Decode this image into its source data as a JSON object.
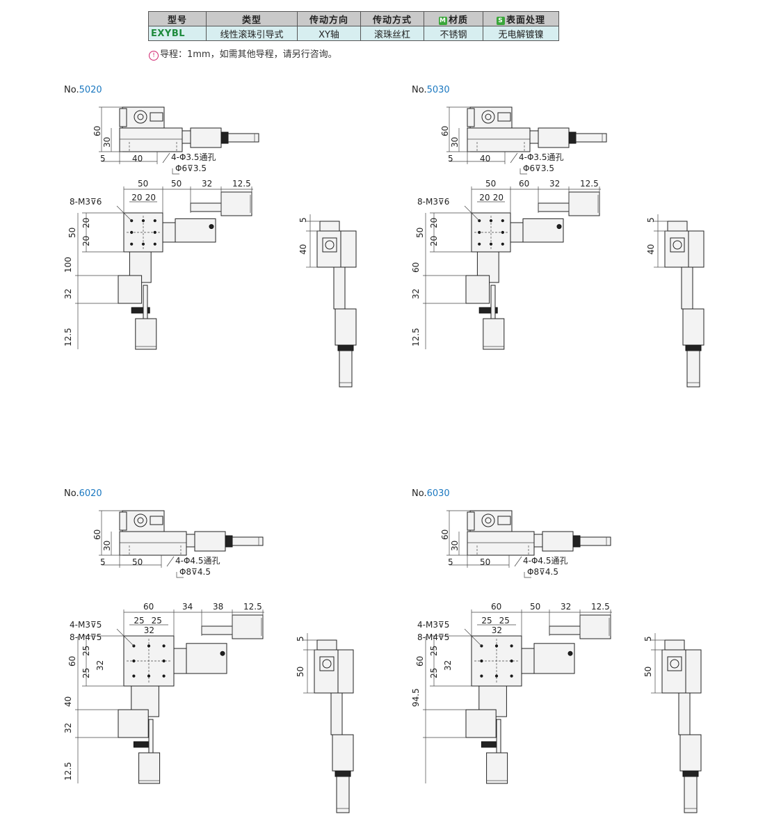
{
  "table": {
    "headers": [
      "型号",
      "类型",
      "传动方向",
      "传动方式",
      "材质",
      "表面处理"
    ],
    "header_badges": {
      "material": "M",
      "surface": "S"
    },
    "row": [
      "EXYBL",
      "线性滚珠引导式",
      "XY轴",
      "滚珠丝杠",
      "不锈钢",
      "无电解镀镍"
    ]
  },
  "note": {
    "icon": "warning-icon",
    "text": "导程：1mm，如需其他导程，请另行咨询。"
  },
  "colors": {
    "model_number": "#1b78c0",
    "table_header_bg": "#c9c9c9",
    "table_cell_bg": "#d7eef0",
    "model_code": "#1d8a3c"
  },
  "models": [
    {
      "prefix": "No.",
      "number": "5020",
      "top_dims": {
        "h_total": "60",
        "h_body": "30",
        "offset": "5",
        "pitch": "40",
        "hole_1": "4-Φ3.5通孔",
        "hole_2": "Φ6⊽3.5"
      },
      "plan_dims": {
        "tap": "8-M3⊽6",
        "tap2": "",
        "w1": "50",
        "w2": "50",
        "w3": "32",
        "w4": "12.5",
        "s1": "20",
        "s2": "20",
        "s3": "",
        "v_total": "50",
        "v1": "20",
        "v2": "20",
        "below1": "100",
        "below2": "32",
        "below3": "12.5"
      },
      "side_dims": {
        "top": "5",
        "height": "40"
      }
    },
    {
      "prefix": "No.",
      "number": "5030",
      "top_dims": {
        "h_total": "60",
        "h_body": "30",
        "offset": "5",
        "pitch": "40",
        "hole_1": "4-Φ3.5通孔",
        "hole_2": "Φ6⊽3.5"
      },
      "plan_dims": {
        "tap": "8-M3⊽6",
        "tap2": "",
        "w1": "50",
        "w2": "60",
        "w3": "32",
        "w4": "12.5",
        "s1": "20",
        "s2": "20",
        "s3": "",
        "v_total": "50",
        "v1": "20",
        "v2": "20",
        "below1": "60",
        "below2": "32",
        "below3": "12.5"
      },
      "side_dims": {
        "top": "5",
        "height": "40"
      }
    },
    {
      "prefix": "No.",
      "number": "6020",
      "top_dims": {
        "h_total": "60",
        "h_body": "30",
        "offset": "5",
        "pitch": "50",
        "hole_1": "4-Φ4.5通孔",
        "hole_2": "Φ8⊽4.5"
      },
      "plan_dims": {
        "tap": "4-M3⊽5",
        "tap2": "8-M4⊽5",
        "w1": "60",
        "w2": "34",
        "w3": "38",
        "w4": "12.5",
        "s1": "25",
        "s2": "25",
        "s3": "32",
        "v_total": "60",
        "v1": "25",
        "v2": "25",
        "v3": "32",
        "below1": "40",
        "below2": "32",
        "below3": "12.5"
      },
      "side_dims": {
        "top": "5",
        "height": "50"
      }
    },
    {
      "prefix": "No.",
      "number": "6030",
      "top_dims": {
        "h_total": "60",
        "h_body": "30",
        "offset": "5",
        "pitch": "50",
        "hole_1": "4-Φ4.5通孔",
        "hole_2": "Φ8⊽4.5"
      },
      "plan_dims": {
        "tap": "4-M3⊽5",
        "tap2": "8-M4⊽5",
        "w1": "60",
        "w2": "50",
        "w3": "32",
        "w4": "12.5",
        "s1": "25",
        "s2": "25",
        "s3": "32",
        "v_total": "60",
        "v1": "25",
        "v2": "25",
        "v3": "32",
        "below1": "94.5",
        "below2": "",
        "below3": ""
      },
      "side_dims": {
        "top": "5",
        "height": "50"
      }
    }
  ]
}
